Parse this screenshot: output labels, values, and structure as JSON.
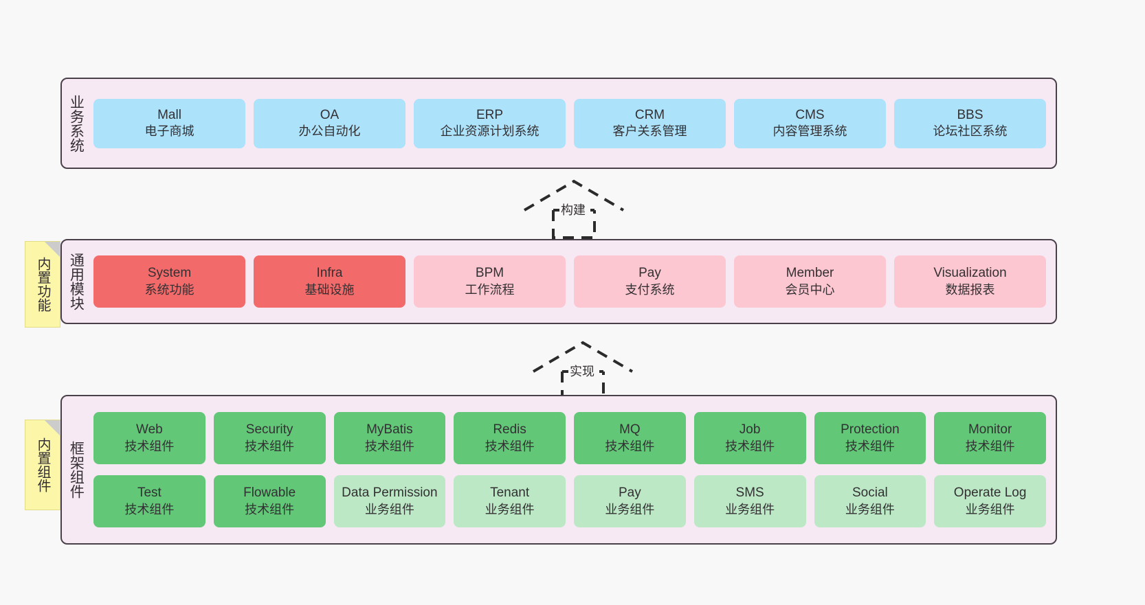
{
  "diagram": {
    "background_color": "#f8f8f8",
    "layer_fill": "#f7e9f4",
    "layer_border": "#4a404a",
    "note_fill": "#fbf6a8",
    "colors": {
      "blue": "#ade2fb",
      "red": "#f26a6a",
      "pink": "#fcc7d0",
      "green": "#62c878",
      "light_green": "#bce8c6"
    }
  },
  "layers": {
    "business": {
      "title": "业务系统",
      "cards": [
        {
          "en": "Mall",
          "cn": "电子商城",
          "color": "blue"
        },
        {
          "en": "OA",
          "cn": "办公自动化",
          "color": "blue"
        },
        {
          "en": "ERP",
          "cn": "企业资源计划系统",
          "color": "blue"
        },
        {
          "en": "CRM",
          "cn": "客户关系管理",
          "color": "blue"
        },
        {
          "en": "CMS",
          "cn": "内容管理系统",
          "color": "blue"
        },
        {
          "en": "BBS",
          "cn": "论坛社区系统",
          "color": "blue"
        }
      ]
    },
    "common": {
      "title": "通用模块",
      "note": "内置功能",
      "cards": [
        {
          "en": "System",
          "cn": "系统功能",
          "color": "red"
        },
        {
          "en": "Infra",
          "cn": "基础设施",
          "color": "red"
        },
        {
          "en": "BPM",
          "cn": "工作流程",
          "color": "pink"
        },
        {
          "en": "Pay",
          "cn": "支付系统",
          "color": "pink"
        },
        {
          "en": "Member",
          "cn": "会员中心",
          "color": "pink"
        },
        {
          "en": "Visualization",
          "cn": "数据报表",
          "color": "pink"
        }
      ]
    },
    "framework": {
      "title": "框架组件",
      "note": "内置组件",
      "row1": [
        {
          "en": "Web",
          "cn": "技术组件",
          "color": "green"
        },
        {
          "en": "Security",
          "cn": "技术组件",
          "color": "green"
        },
        {
          "en": "MyBatis",
          "cn": "技术组件",
          "color": "green"
        },
        {
          "en": "Redis",
          "cn": "技术组件",
          "color": "green"
        },
        {
          "en": "MQ",
          "cn": "技术组件",
          "color": "green"
        },
        {
          "en": "Job",
          "cn": "技术组件",
          "color": "green"
        },
        {
          "en": "Protection",
          "cn": "技术组件",
          "color": "green"
        },
        {
          "en": "Monitor",
          "cn": "技术组件",
          "color": "green"
        }
      ],
      "row2": [
        {
          "en": "Test",
          "cn": "技术组件",
          "color": "green"
        },
        {
          "en": "Flowable",
          "cn": "技术组件",
          "color": "green"
        },
        {
          "en": "Data Permission",
          "cn": "业务组件",
          "color": "lgreen"
        },
        {
          "en": "Tenant",
          "cn": "业务组件",
          "color": "lgreen"
        },
        {
          "en": "Pay",
          "cn": "业务组件",
          "color": "lgreen"
        },
        {
          "en": "SMS",
          "cn": "业务组件",
          "color": "lgreen"
        },
        {
          "en": "Social",
          "cn": "业务组件",
          "color": "lgreen"
        },
        {
          "en": "Operate Log",
          "cn": "业务组件",
          "color": "lgreen"
        }
      ]
    }
  },
  "arrows": {
    "build": {
      "label": "构建"
    },
    "realize": {
      "label": "实现"
    }
  }
}
